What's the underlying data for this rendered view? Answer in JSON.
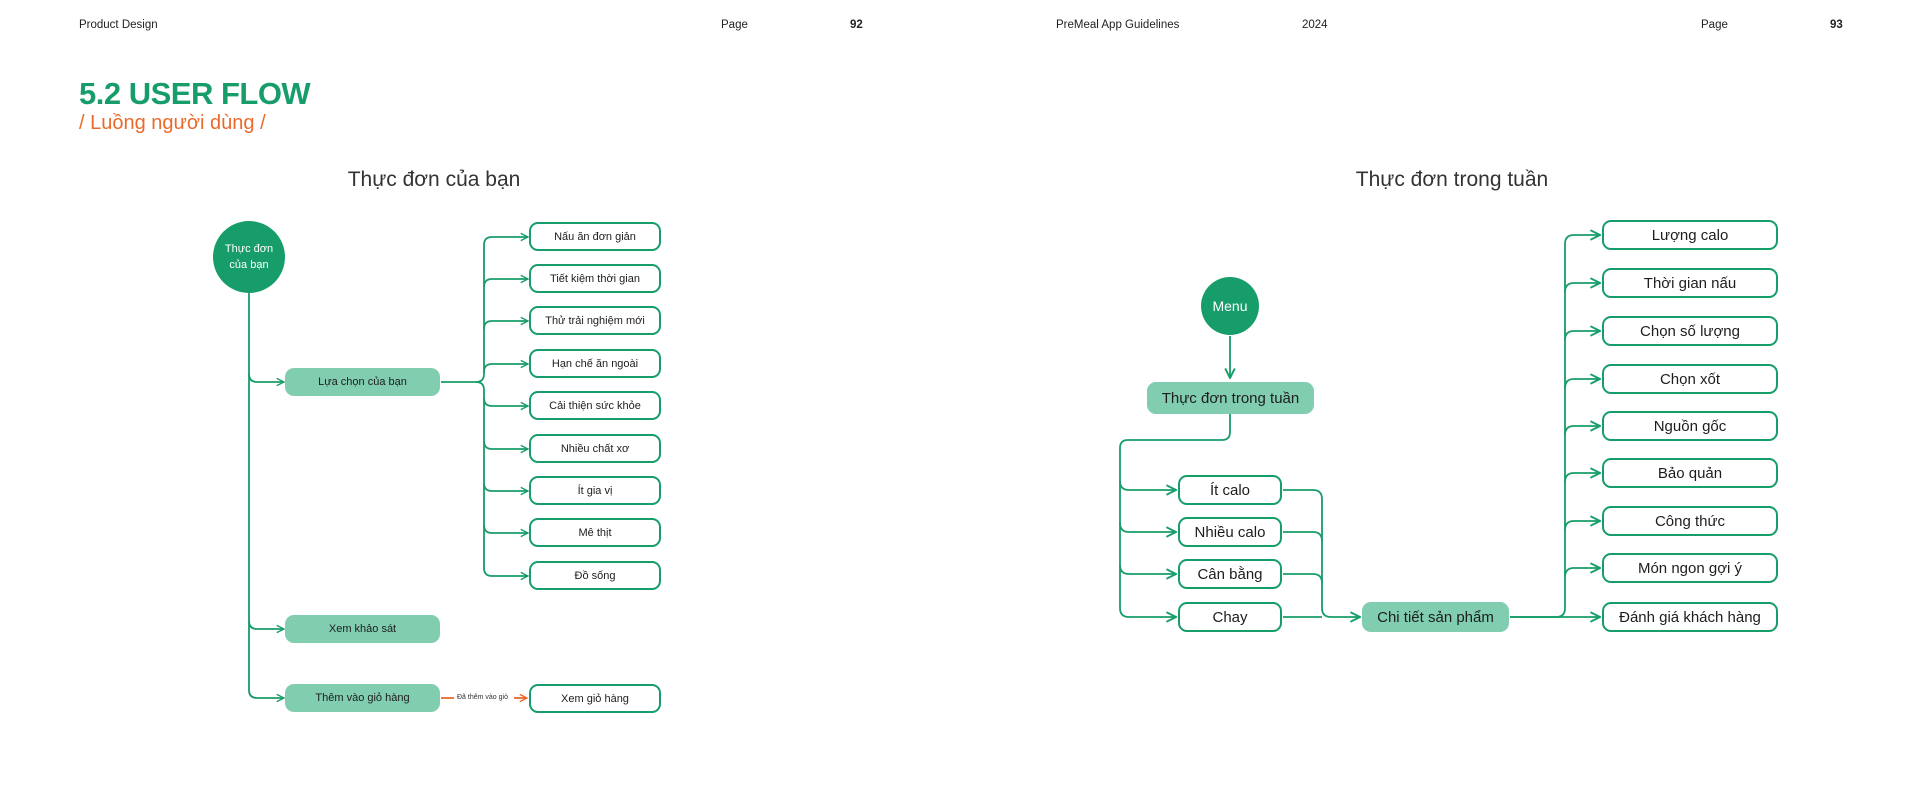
{
  "header": {
    "left_doc": "Product Design",
    "left_page_label": "Page",
    "left_page_num": "92",
    "right_doc": "PreMeal App Guidelines",
    "right_year": "2024",
    "right_page_label": "Page",
    "right_page_num": "93"
  },
  "section": {
    "title": "5.2 USER FLOW",
    "subtitle": "/ Luồng người dùng /"
  },
  "left_diagram": {
    "title": "Thực đơn của bạn",
    "root_line1": "Thực đơn",
    "root_line2": "của bạn",
    "branch_choice": "Lựa chọn của bạn",
    "options": [
      "Nấu ăn đơn giản",
      "Tiết kiệm thời gian",
      "Thử trải nghiệm mới",
      "Hạn chế ăn ngoài",
      "Cải thiện sức khỏe",
      "Nhiều chất xơ",
      "Ít gia vị",
      "Mê thịt",
      "Đồ sống"
    ],
    "branch_survey": "Xem khảo sát",
    "branch_cart": "Thêm vào giỏ hàng",
    "cart_arrow_label": "Đã thêm vào giỏ",
    "cart_view": "Xem giỏ hàng"
  },
  "right_diagram": {
    "title": "Thực đơn trong tuần",
    "root": "Menu",
    "week_menu": "Thực đơn trong tuần",
    "types": [
      "Ít calo",
      "Nhiều calo",
      "Cân bằng",
      "Chay"
    ],
    "detail": "Chi tiết sản phẩm",
    "attributes": [
      "Lượng calo",
      "Thời gian nấu",
      "Chọn số lượng",
      "Chọn xốt",
      "Nguồn gốc",
      "Bảo quản",
      "Công thức",
      "Món ngon gợi ý",
      "Đánh giá khách hàng"
    ]
  },
  "colors": {
    "green": "#179d6a",
    "light_green": "#80cdb0",
    "orange": "#ea6a2c"
  }
}
